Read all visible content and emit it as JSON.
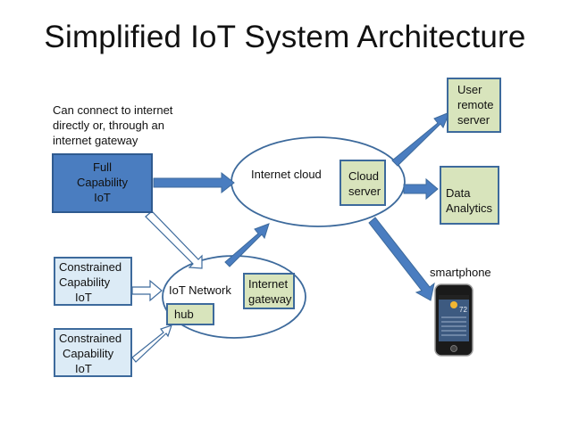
{
  "title": "Simplified IoT System Architecture",
  "note": "Can connect to internet directly or, through an internet gateway",
  "note_lines": [
    "Can connect to internet",
    "directly or, through an",
    "internet gateway"
  ],
  "nodes": {
    "full_iot": {
      "lines": [
        "Full",
        "Capability",
        "IoT"
      ]
    },
    "constrained_1": {
      "lines": [
        "Constrained",
        "Capability",
        "IoT"
      ]
    },
    "constrained_2": {
      "lines": [
        "Constrained",
        "Capability",
        "IoT"
      ]
    },
    "iot_network": {
      "label": "IoT Network"
    },
    "hub": {
      "label": "hub"
    },
    "internet_gateway": {
      "lines": [
        "Internet",
        "gateway"
      ]
    },
    "internet_cloud": {
      "label": "Internet cloud"
    },
    "cloud_server": {
      "lines": [
        "Cloud",
        "server"
      ]
    },
    "user_remote_server": {
      "lines": [
        "User",
        "remote",
        "server"
      ]
    },
    "data_analytics": {
      "lines": [
        "Data",
        "Analytics"
      ]
    },
    "smartphone": {
      "label": "smartphone",
      "screen_temp": "72"
    }
  },
  "colors": {
    "arrow_blue": "#4a7dc0",
    "outline_blue": "#3d6a9c",
    "green_box": "#d8e4bc",
    "light_blue_box": "#dcebf6"
  }
}
